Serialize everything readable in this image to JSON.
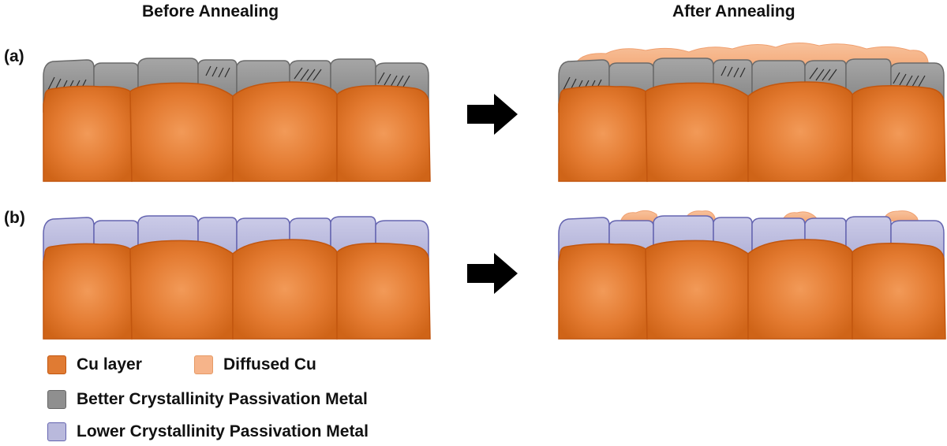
{
  "headers": {
    "before": "Before Annealing",
    "after": "After Annealing"
  },
  "rows": {
    "a": "(a)",
    "b": "(b)"
  },
  "legend": {
    "cu_layer": "Cu layer",
    "diffused_cu": "Diffused Cu",
    "better": "Better Crystallinity Passivation Metal",
    "lower": "Lower Crystallinity Passivation Metal"
  },
  "colors": {
    "cu_layer": "#e07b33",
    "diffused_cu": "#f6b48a",
    "better_passivation": "#8f8f8f",
    "lower_passivation": "#b9b9dc",
    "arrow": "#000000"
  }
}
